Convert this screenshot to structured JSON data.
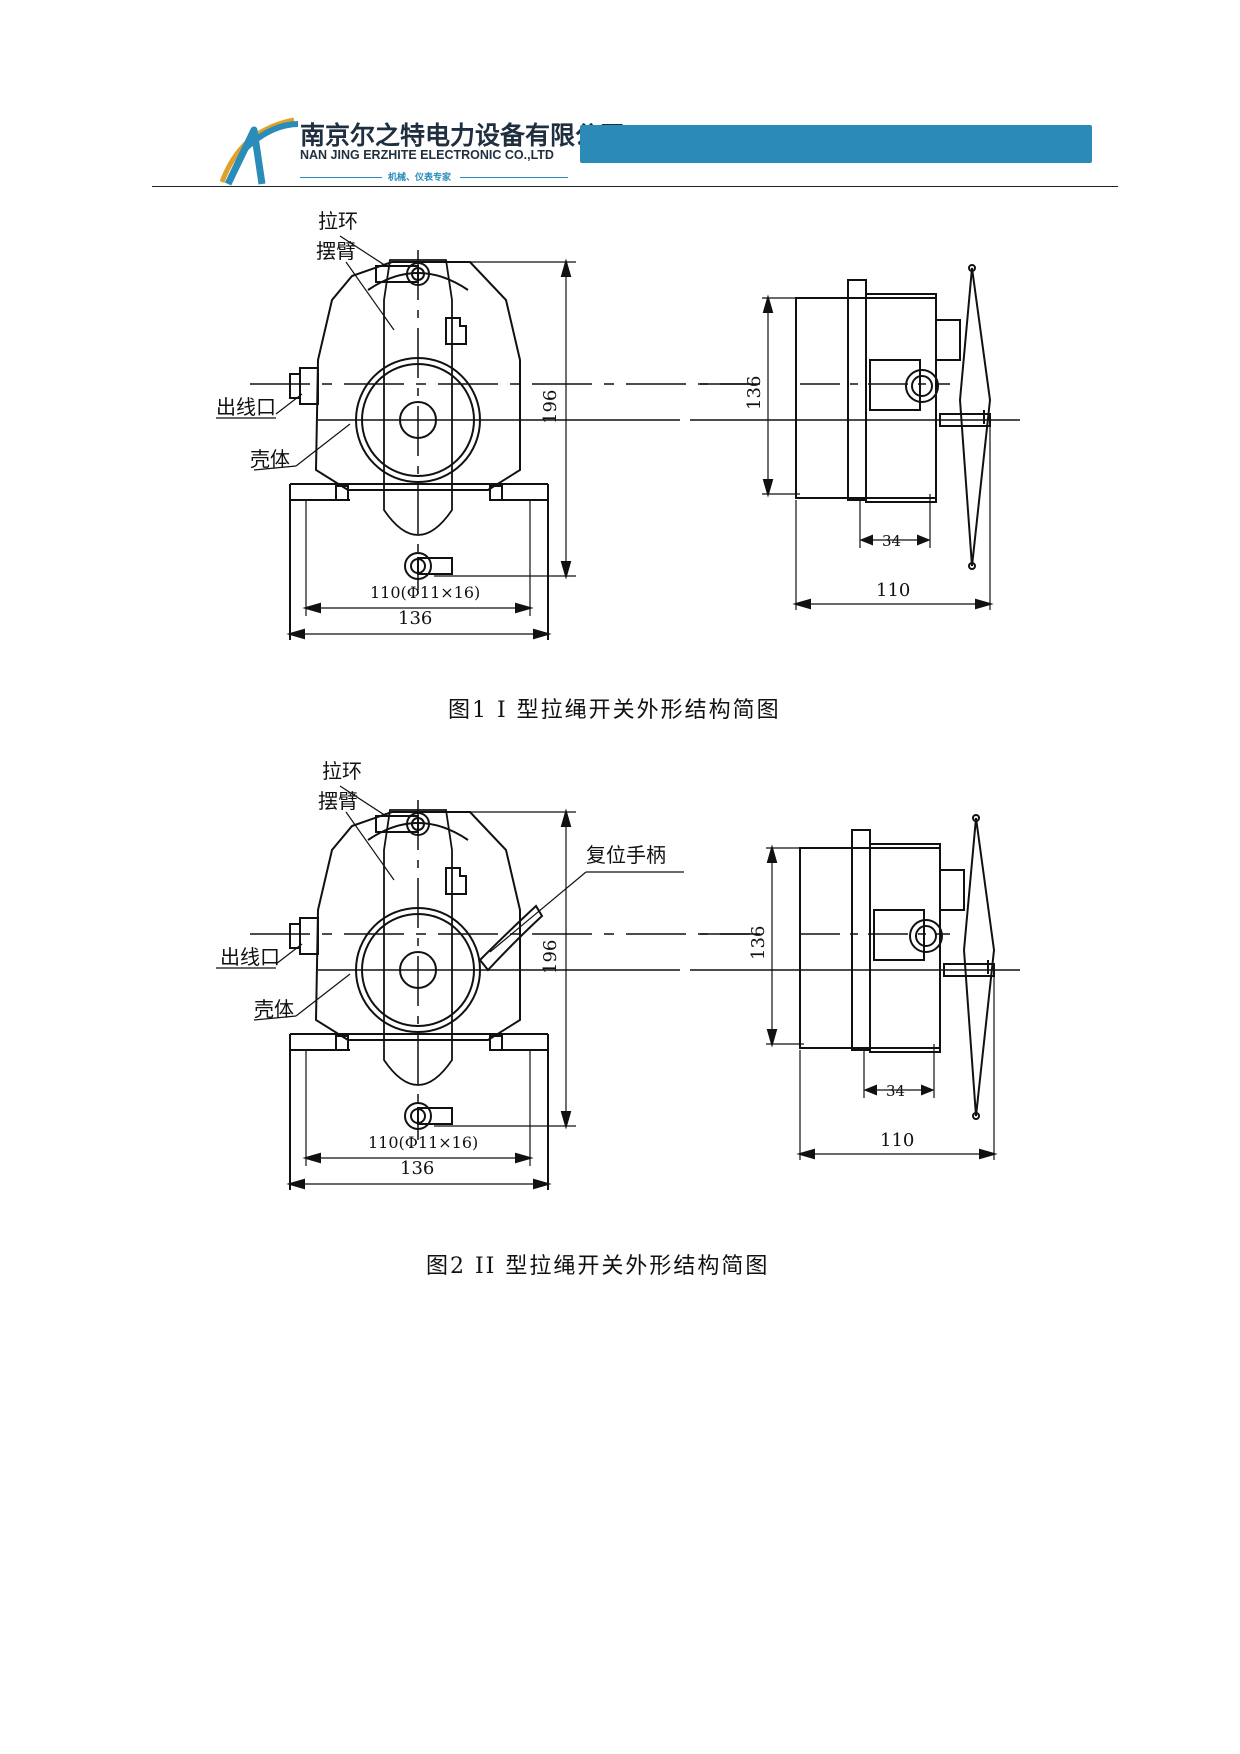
{
  "header": {
    "company_cn": "南京尔之特电力设备有限公司",
    "company_en": "NAN JING ERZHITE ELECTRONIC CO.,LTD",
    "slogan": "机械、仪表专家",
    "banner_color": "#2b8ab8",
    "logo_colors": [
      "#2a8cb8",
      "#e0a12a"
    ]
  },
  "figure1": {
    "caption": "图1 Ⅰ 型拉绳开关外形结构简图",
    "labels": {
      "pull_ring": "拉环",
      "swing_arm": "摆臂",
      "cable_outlet": "出线口",
      "housing": "壳体"
    },
    "dims": {
      "height": "196",
      "hole_spacing": "110(Φ11×16)",
      "base_width": "136",
      "side_height": "136",
      "side_offset": "34",
      "side_depth": "110"
    }
  },
  "figure2": {
    "caption": "图2 ⅠⅠ 型拉绳开关外形结构简图",
    "labels": {
      "pull_ring": "拉环",
      "swing_arm": "摆臂",
      "cable_outlet": "出线口",
      "housing": "壳体",
      "reset_handle": "复位手柄"
    },
    "dims": {
      "height": "196",
      "hole_spacing": "110(Φ11×16)",
      "base_width": "136",
      "side_height": "136",
      "side_offset": "34",
      "side_depth": "110"
    }
  }
}
